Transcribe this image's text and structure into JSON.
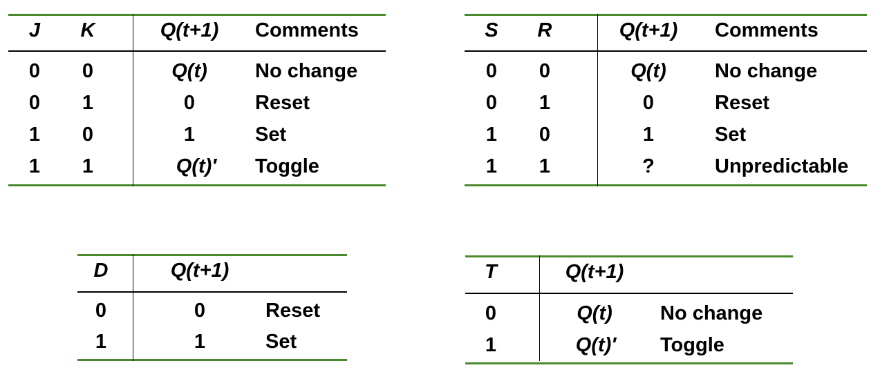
{
  "jk_table": {
    "headers": [
      "J",
      "K",
      "Q(t+1)",
      "Comments"
    ],
    "rows": [
      [
        "0",
        "0",
        "Q(t)",
        "No change"
      ],
      [
        "0",
        "1",
        "0",
        "Reset"
      ],
      [
        "1",
        "0",
        "1",
        "Set"
      ],
      [
        "1",
        "1",
        "Q(t)′",
        "Toggle"
      ]
    ]
  },
  "sr_table": {
    "headers": [
      "S",
      "R",
      "Q(t+1)",
      "Comments"
    ],
    "rows": [
      [
        "0",
        "0",
        "Q(t)",
        "No change"
      ],
      [
        "0",
        "1",
        "0",
        "Reset"
      ],
      [
        "1",
        "0",
        "1",
        "Set"
      ],
      [
        "1",
        "1",
        "?",
        "Unpredictable"
      ]
    ]
  },
  "d_table": {
    "headers": [
      "D",
      "Q(t+1)"
    ],
    "rows": [
      [
        "0",
        "0",
        "Reset"
      ],
      [
        "1",
        "1",
        "Set"
      ]
    ]
  },
  "t_table": {
    "headers": [
      "T",
      "Q(t+1)"
    ],
    "rows": [
      [
        "0",
        "Q(t)",
        "No change"
      ],
      [
        "1",
        "Q(t)′",
        "Toggle"
      ]
    ]
  },
  "colors": {
    "rule_green": "#4a8a2c"
  }
}
